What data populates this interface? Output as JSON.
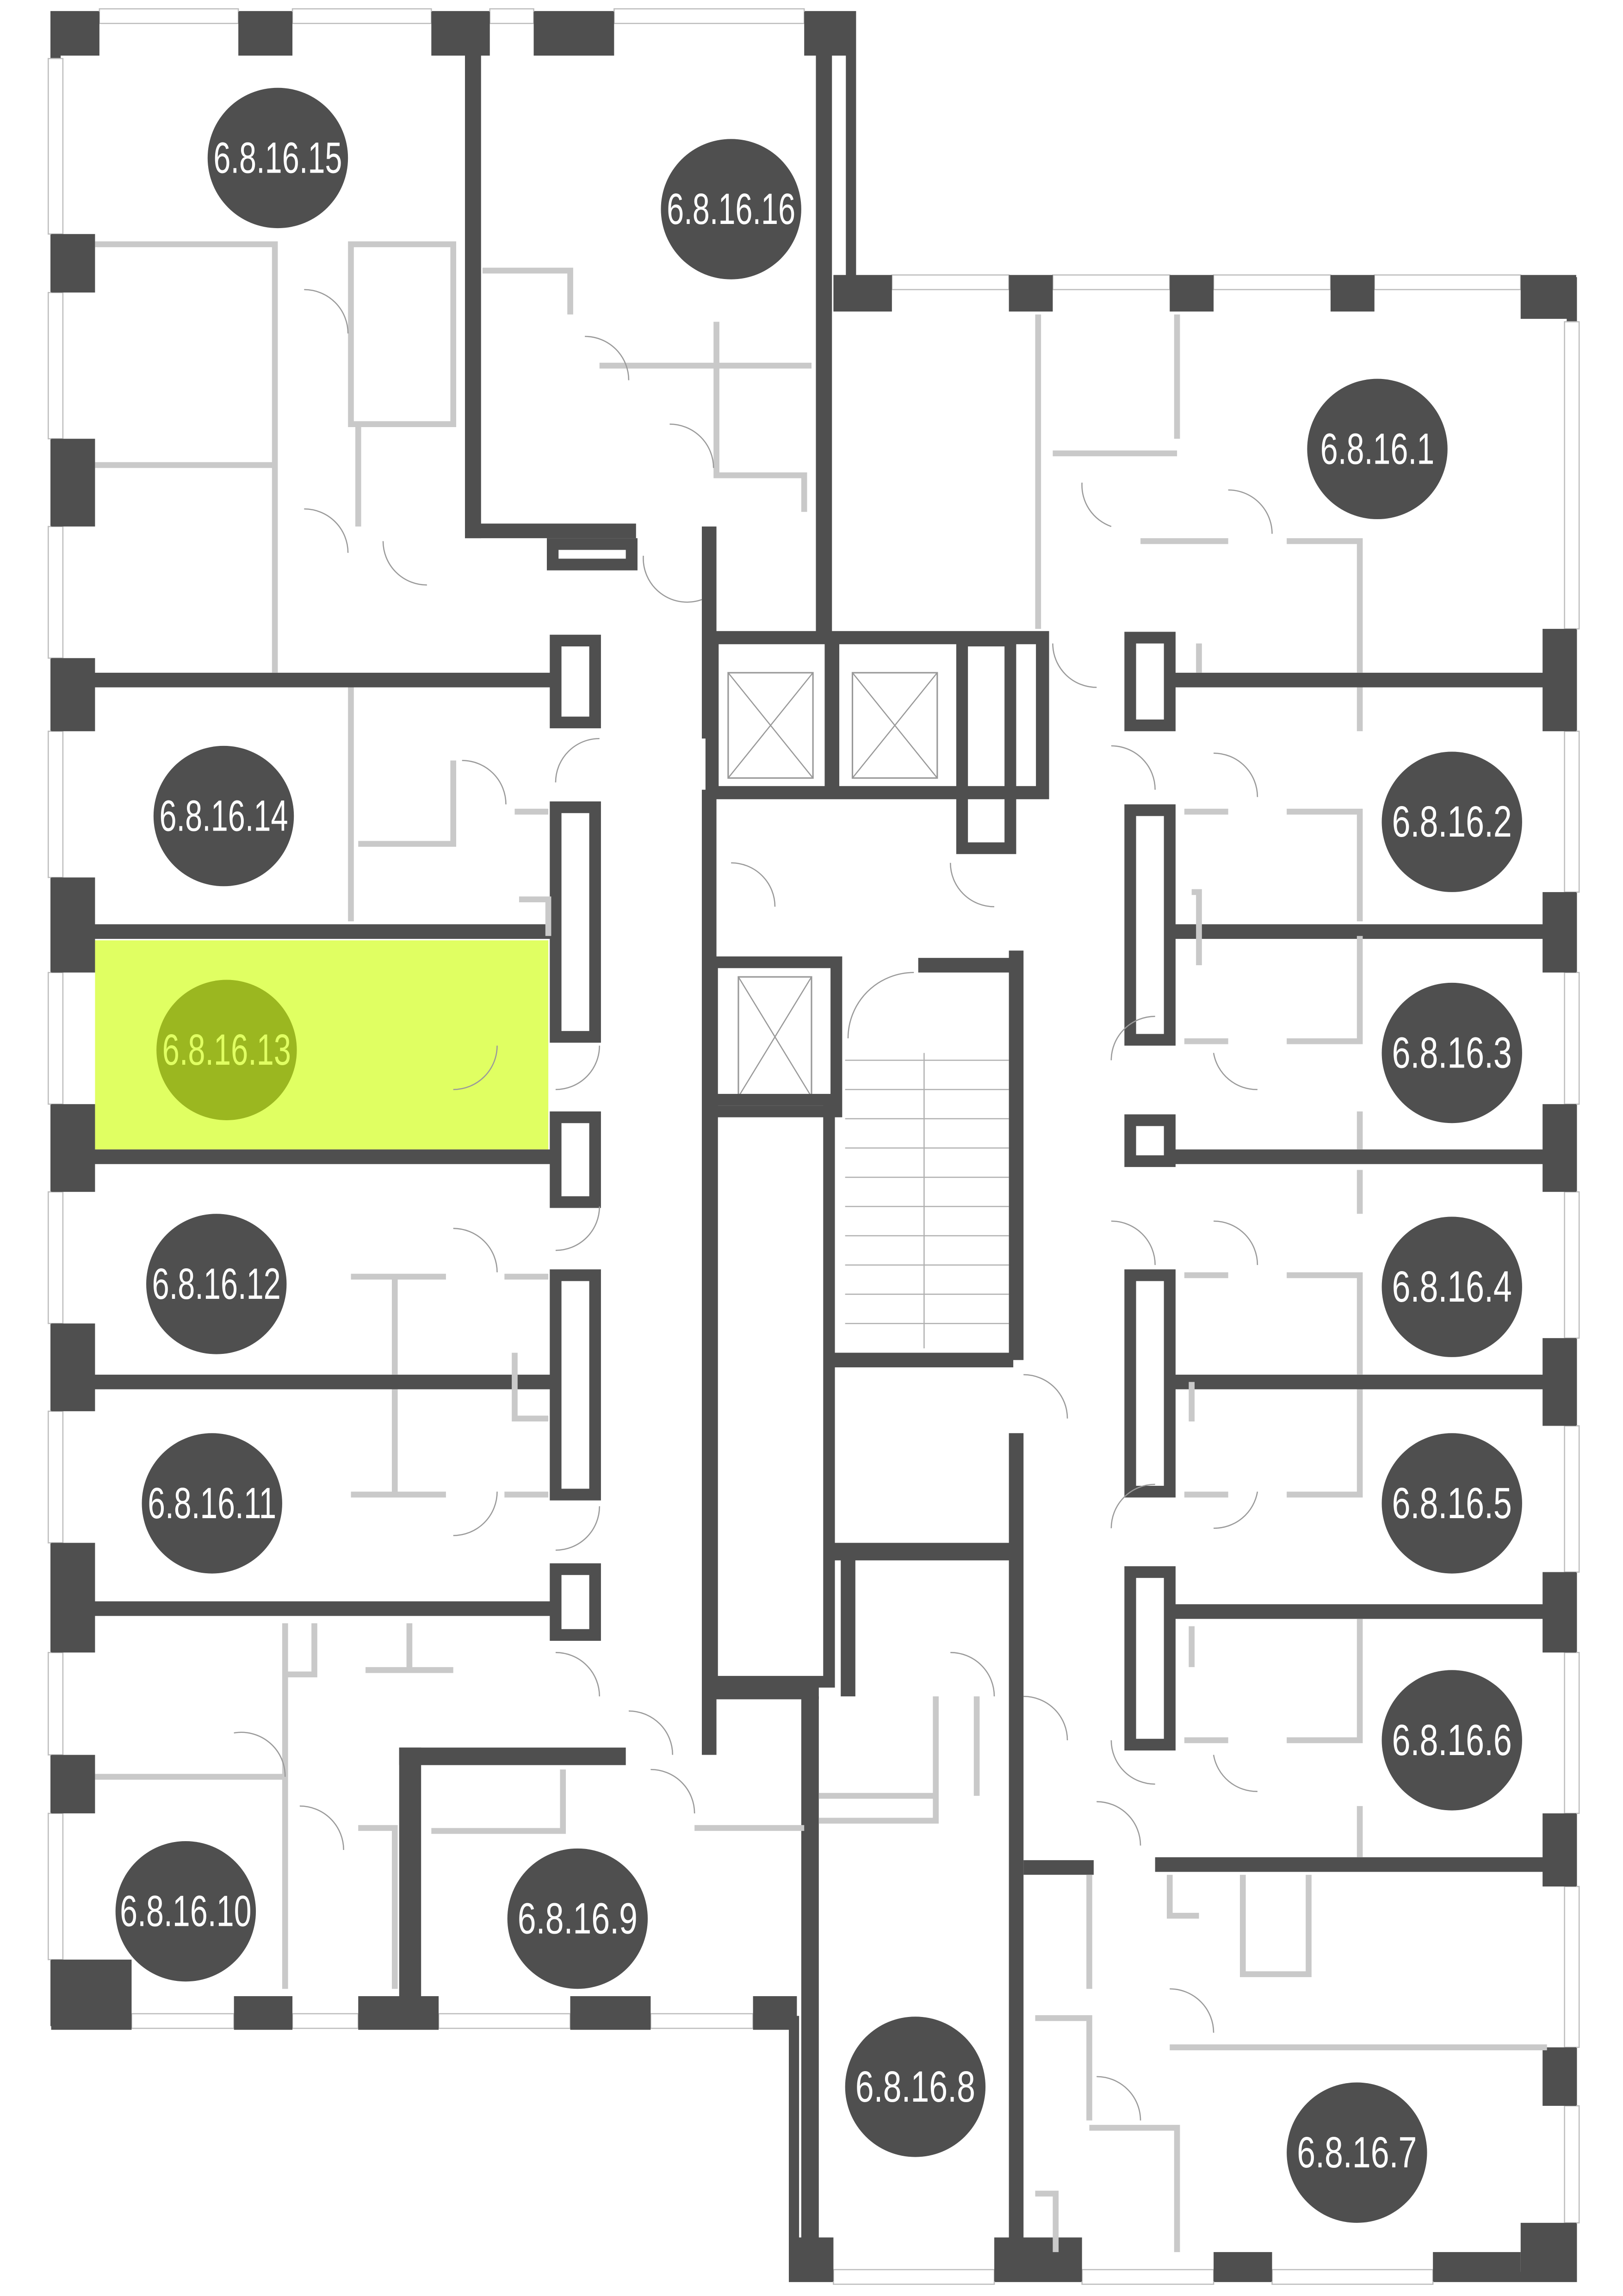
{
  "plan": {
    "floor_code": "6.8.16",
    "selected_unit": "6.8.16.13"
  },
  "colors": {
    "wall": "#4f4f4f",
    "highlight_fill": "#e0ff62",
    "highlight_circle": "#9bb720",
    "label_text": "#ffffff",
    "highlight_label_text": "#e0ff62"
  },
  "units": [
    {
      "label": "6.8.16.1"
    },
    {
      "label": "6.8.16.2"
    },
    {
      "label": "6.8.16.3"
    },
    {
      "label": "6.8.16.4"
    },
    {
      "label": "6.8.16.5"
    },
    {
      "label": "6.8.16.6"
    },
    {
      "label": "6.8.16.7"
    },
    {
      "label": "6.8.16.8"
    },
    {
      "label": "6.8.16.9"
    },
    {
      "label": "6.8.16.10"
    },
    {
      "label": "6.8.16.11"
    },
    {
      "label": "6.8.16.12"
    },
    {
      "label": "6.8.16.13",
      "highlighted": true
    },
    {
      "label": "6.8.16.14"
    },
    {
      "label": "6.8.16.15"
    },
    {
      "label": "6.8.16.16"
    }
  ]
}
